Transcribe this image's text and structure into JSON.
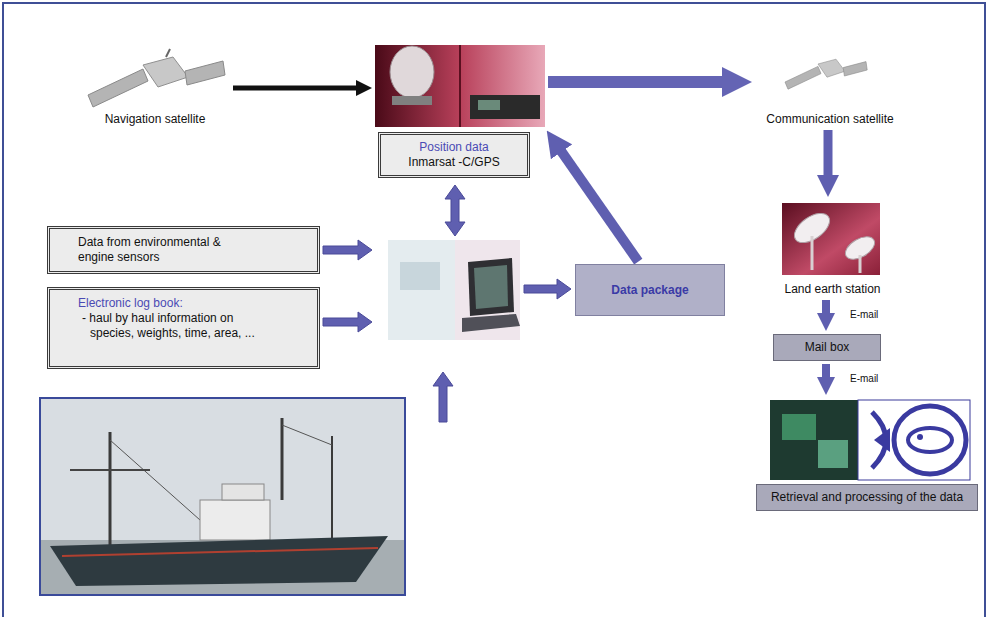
{
  "diagram": {
    "nodes": [
      {
        "text": [
          "Navigation satellite"
        ]
      },
      {
        "text": [
          "Position data",
          "Inmarsat -C/GPS"
        ]
      },
      {
        "text": [
          "Communication satellite"
        ]
      },
      {
        "text": [
          "Data from environmental & engine sensors"
        ]
      },
      {
        "text": [
          "Electronic log book:",
          "- haul by haul information on species, weights, time, area, ..."
        ]
      },
      {
        "text": [
          "Data package"
        ]
      },
      {
        "text": [
          "Land earth station"
        ]
      },
      {
        "text": [
          "Mail box"
        ]
      },
      {
        "text": [
          "Retrieval and processing of the data"
        ]
      }
    ],
    "edges": [
      {
        "from": 0,
        "to": 1,
        "arrow": "to"
      },
      {
        "from": 1,
        "to": 2,
        "arrow": "to"
      },
      {
        "from": 5,
        "to": 1,
        "arrow": "to"
      },
      {
        "from": 2,
        "to": 6,
        "arrow": "to"
      },
      {
        "from": 6,
        "to": 7,
        "label": "E-mail",
        "arrow": "to"
      },
      {
        "from": 7,
        "to": 8,
        "label": "E-mail",
        "arrow": "to"
      }
    ]
  }
}
